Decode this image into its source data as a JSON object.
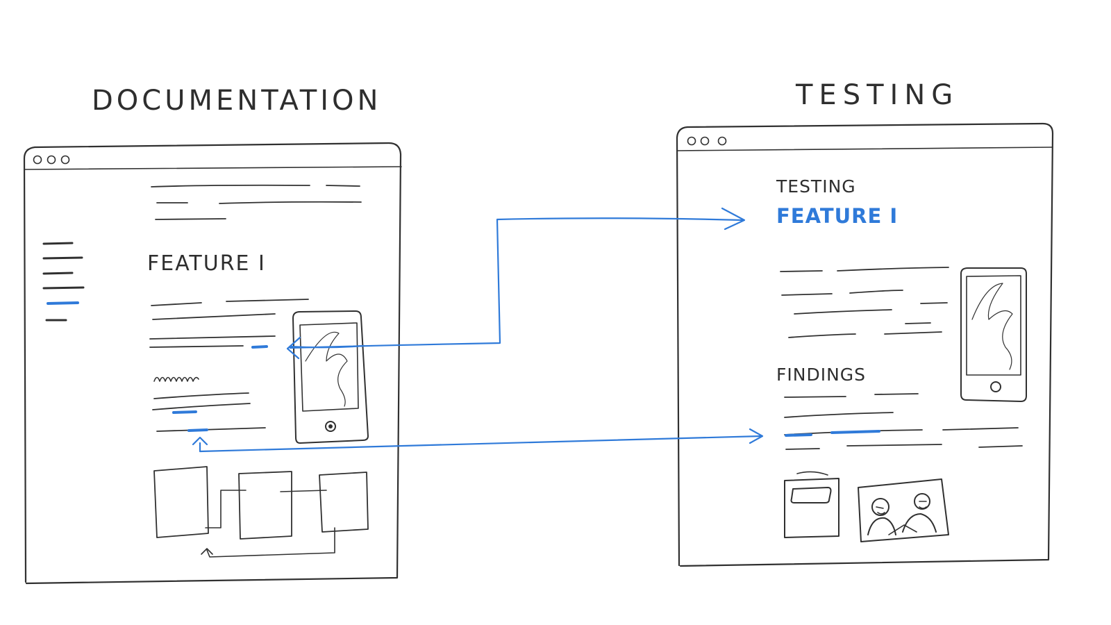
{
  "titles": {
    "documentation": "DOCUMENTATION",
    "testing": "TESTING"
  },
  "documentation_window": {
    "feature_heading": "FEATURE I"
  },
  "testing_window": {
    "heading": "TESTING",
    "feature_heading": "FEATURE I",
    "findings_heading": "FINDINGS"
  },
  "colors": {
    "pencil": "#303030",
    "accent_blue": "#2f7ad9",
    "background": "#ffffff"
  },
  "icons": {
    "window_controls": "three-circle-dots",
    "device": "smartphone-sketch",
    "people": "two-person-sketch"
  }
}
